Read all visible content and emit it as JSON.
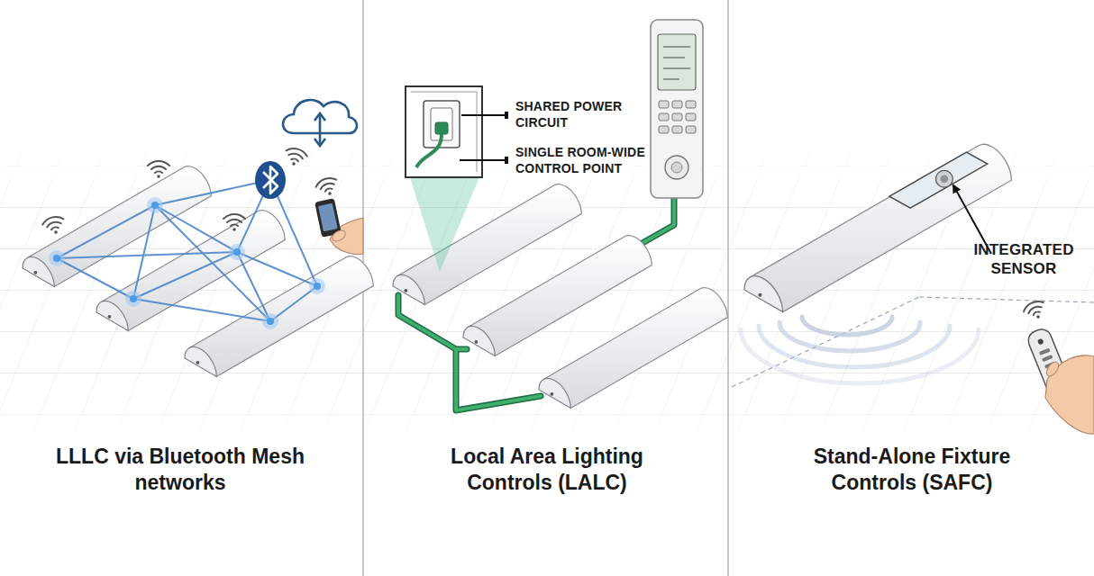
{
  "diagram": {
    "labels": [
      "LLLC via Bluetooth Mesh networks",
      "Local Area Lighting Controls (LALC)",
      "Stand-Alone Fixture Controls (SAFC)",
      "SHARED POWER CIRCUIT",
      "SINGLE ROOM-WIDE CONTROL POINT",
      "INTEGRATED SENSOR"
    ]
  }
}
